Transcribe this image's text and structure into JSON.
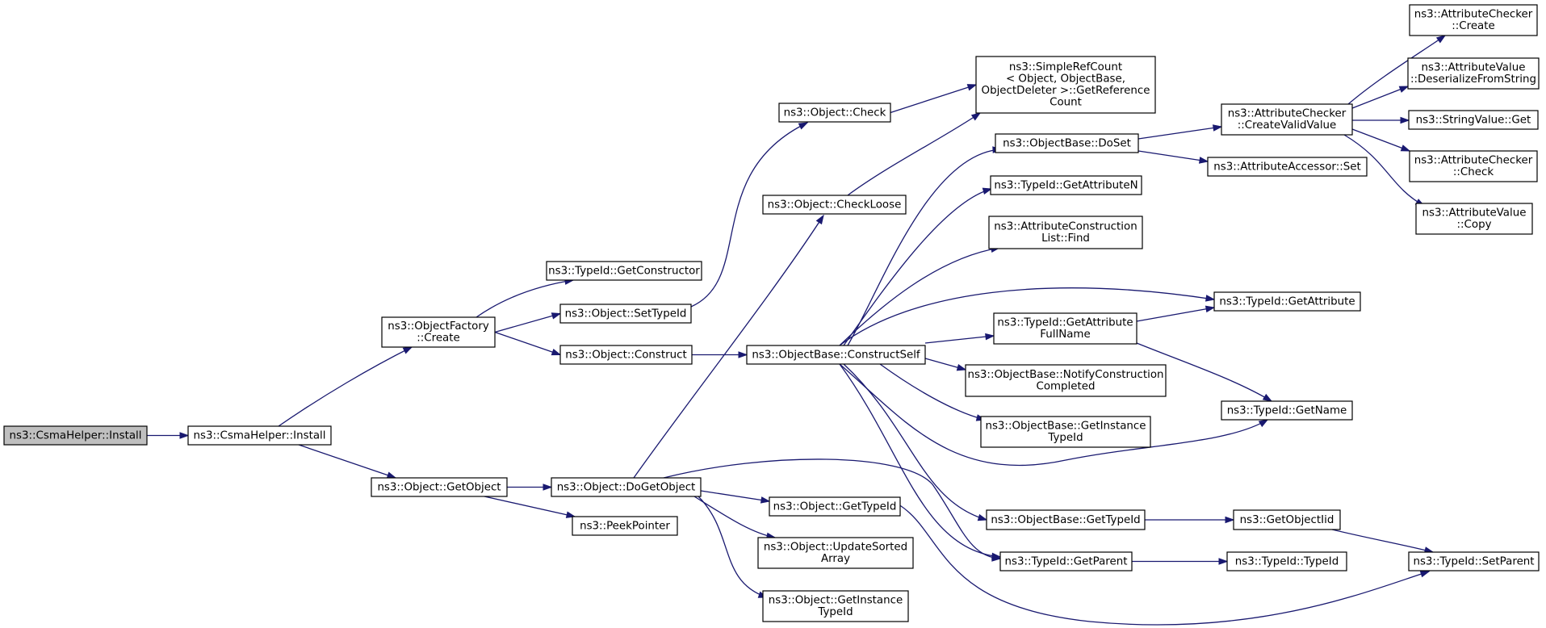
{
  "graph": {
    "nodes": [
      {
        "id": "root",
        "lines": [
          "ns3::CsmaHelper::Install"
        ],
        "root": true
      },
      {
        "id": "install2",
        "lines": [
          "ns3::CsmaHelper::Install"
        ]
      },
      {
        "id": "factoryCreate",
        "lines": [
          "ns3::ObjectFactory",
          "::Create"
        ]
      },
      {
        "id": "getObject",
        "lines": [
          "ns3::Object::GetObject"
        ]
      },
      {
        "id": "getConstructor",
        "lines": [
          "ns3::TypeId::GetConstructor"
        ]
      },
      {
        "id": "setTypeId",
        "lines": [
          "ns3::Object::SetTypeId"
        ]
      },
      {
        "id": "construct",
        "lines": [
          "ns3::Object::Construct"
        ]
      },
      {
        "id": "doGetObject",
        "lines": [
          "ns3::Object::DoGetObject"
        ]
      },
      {
        "id": "peekPointer",
        "lines": [
          "ns3::PeekPointer"
        ]
      },
      {
        "id": "check",
        "lines": [
          "ns3::Object::Check"
        ]
      },
      {
        "id": "checkLoose",
        "lines": [
          "ns3::Object::CheckLoose"
        ]
      },
      {
        "id": "constructSelf",
        "lines": [
          "ns3::ObjectBase::ConstructSelf"
        ]
      },
      {
        "id": "objGetTypeId",
        "lines": [
          "ns3::Object::GetTypeId"
        ]
      },
      {
        "id": "updateSorted",
        "lines": [
          "ns3::Object::UpdateSorted",
          "Array"
        ]
      },
      {
        "id": "objGetInstance",
        "lines": [
          "ns3::Object::GetInstance",
          "TypeId"
        ]
      },
      {
        "id": "getReferenceCount",
        "lines": [
          "ns3::SimpleRefCount",
          "< Object, ObjectBase,",
          "ObjectDeleter >::GetReference",
          "Count"
        ]
      },
      {
        "id": "doSet",
        "lines": [
          "ns3::ObjectBase::DoSet"
        ]
      },
      {
        "id": "getAttributeN",
        "lines": [
          "ns3::TypeId::GetAttributeN"
        ]
      },
      {
        "id": "acListFind",
        "lines": [
          "ns3::AttributeConstruction",
          "List::Find"
        ]
      },
      {
        "id": "getAttributeFullName",
        "lines": [
          "ns3::TypeId::GetAttribute",
          "FullName"
        ]
      },
      {
        "id": "notifyConstruction",
        "lines": [
          "ns3::ObjectBase::NotifyConstruction",
          "Completed"
        ]
      },
      {
        "id": "obGetInstance",
        "lines": [
          "ns3::ObjectBase::GetInstance",
          "TypeId"
        ]
      },
      {
        "id": "obGetTypeId",
        "lines": [
          "ns3::ObjectBase::GetTypeId"
        ]
      },
      {
        "id": "getParent",
        "lines": [
          "ns3::TypeId::GetParent"
        ]
      },
      {
        "id": "createValidValue",
        "lines": [
          "ns3::AttributeChecker",
          "::CreateValidValue"
        ]
      },
      {
        "id": "accessorSet",
        "lines": [
          "ns3::AttributeAccessor::Set"
        ]
      },
      {
        "id": "getAttribute",
        "lines": [
          "ns3::TypeId::GetAttribute"
        ]
      },
      {
        "id": "getName",
        "lines": [
          "ns3::TypeId::GetName"
        ]
      },
      {
        "id": "getObjectIid",
        "lines": [
          "ns3::GetObjectIid"
        ]
      },
      {
        "id": "typeIdCtor",
        "lines": [
          "ns3::TypeId::TypeId"
        ]
      },
      {
        "id": "checkerCreate",
        "lines": [
          "ns3::AttributeChecker",
          "::Create"
        ]
      },
      {
        "id": "deserialize",
        "lines": [
          "ns3::AttributeValue",
          "::DeserializeFromString"
        ]
      },
      {
        "id": "stringValueGet",
        "lines": [
          "ns3::StringValue::Get"
        ]
      },
      {
        "id": "checkerCheck",
        "lines": [
          "ns3::AttributeChecker",
          "::Check"
        ]
      },
      {
        "id": "valueCopy",
        "lines": [
          "ns3::AttributeValue",
          "::Copy"
        ]
      },
      {
        "id": "setParent",
        "lines": [
          "ns3::TypeId::SetParent"
        ]
      }
    ],
    "edges": [
      [
        "root",
        "install2"
      ],
      [
        "install2",
        "factoryCreate"
      ],
      [
        "install2",
        "getObject"
      ],
      [
        "factoryCreate",
        "getConstructor"
      ],
      [
        "factoryCreate",
        "setTypeId"
      ],
      [
        "factoryCreate",
        "construct"
      ],
      [
        "setTypeId",
        "check"
      ],
      [
        "construct",
        "constructSelf"
      ],
      [
        "getObject",
        "doGetObject"
      ],
      [
        "getObject",
        "peekPointer"
      ],
      [
        "doGetObject",
        "checkLoose"
      ],
      [
        "doGetObject",
        "objGetTypeId"
      ],
      [
        "doGetObject",
        "updateSorted"
      ],
      [
        "doGetObject",
        "objGetInstance"
      ],
      [
        "doGetObject",
        "getParent"
      ],
      [
        "check",
        "getReferenceCount"
      ],
      [
        "checkLoose",
        "getReferenceCount"
      ],
      [
        "objGetTypeId",
        "setParent"
      ],
      [
        "constructSelf",
        "doSet"
      ],
      [
        "constructSelf",
        "getAttributeN"
      ],
      [
        "constructSelf",
        "acListFind"
      ],
      [
        "constructSelf",
        "getAttribute"
      ],
      [
        "constructSelf",
        "getAttributeFullName"
      ],
      [
        "constructSelf",
        "notifyConstruction"
      ],
      [
        "constructSelf",
        "obGetInstance"
      ],
      [
        "constructSelf",
        "getName"
      ],
      [
        "constructSelf",
        "obGetTypeId"
      ],
      [
        "constructSelf",
        "getParent"
      ],
      [
        "doSet",
        "createValidValue"
      ],
      [
        "doSet",
        "accessorSet"
      ],
      [
        "getAttributeFullName",
        "getAttribute"
      ],
      [
        "getAttributeFullName",
        "getName"
      ],
      [
        "obGetTypeId",
        "getObjectIid"
      ],
      [
        "getParent",
        "typeIdCtor"
      ],
      [
        "getObjectIid",
        "setParent"
      ],
      [
        "createValidValue",
        "checkerCreate"
      ],
      [
        "createValidValue",
        "deserialize"
      ],
      [
        "createValidValue",
        "stringValueGet"
      ],
      [
        "createValidValue",
        "checkerCheck"
      ],
      [
        "createValidValue",
        "valueCopy"
      ]
    ]
  },
  "colors": {
    "edge": "#191970",
    "root_fill": "#bfbfbf",
    "node_fill": "#ffffff",
    "border": "#000000"
  }
}
